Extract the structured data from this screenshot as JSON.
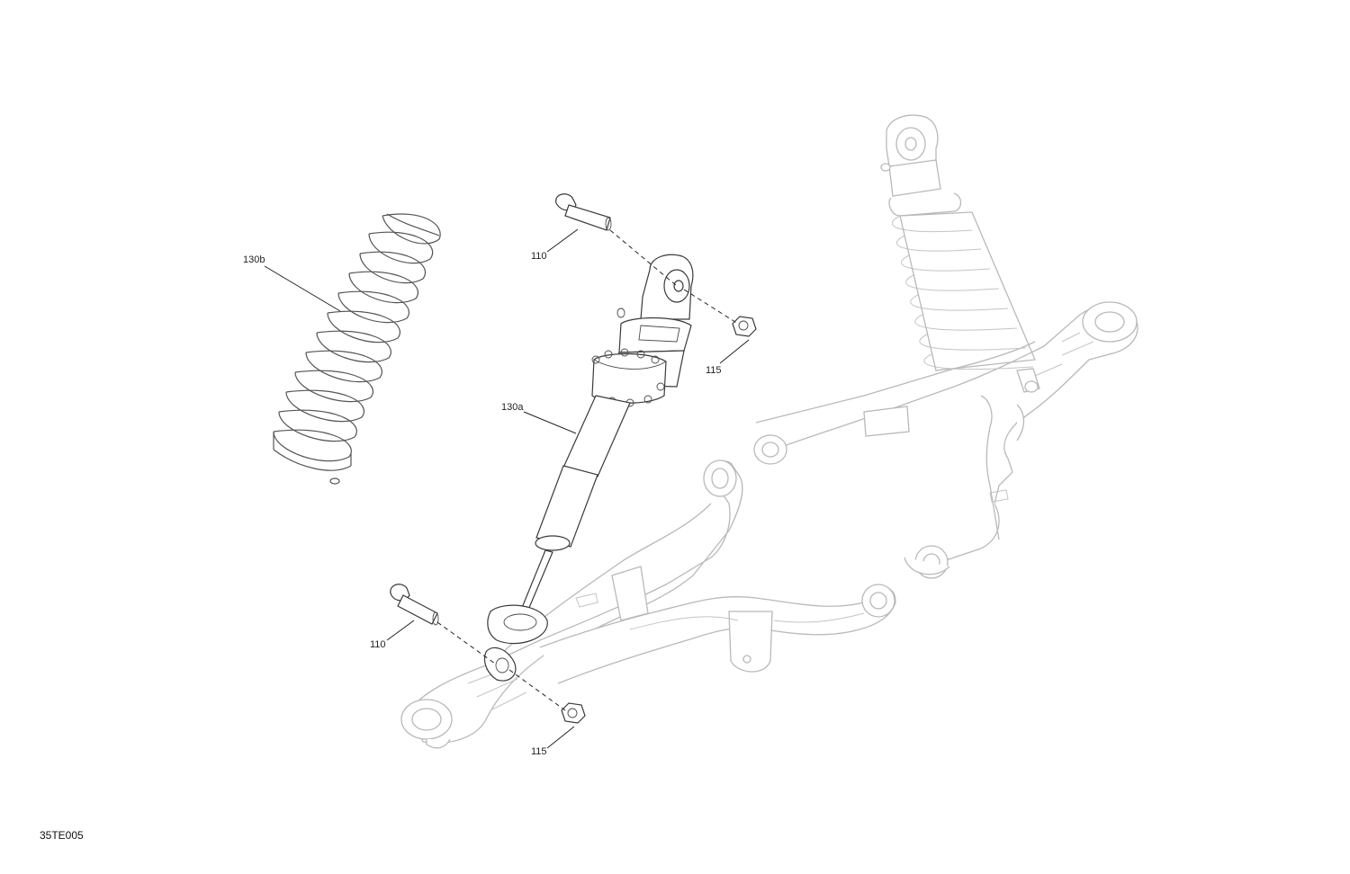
{
  "drawing": {
    "reference_code": "35TE005"
  },
  "callouts": [
    {
      "id": "130b",
      "label": "130b"
    },
    {
      "id": "110-upper",
      "label": "110"
    },
    {
      "id": "115-upper",
      "label": "115"
    },
    {
      "id": "130a",
      "label": "130a"
    },
    {
      "id": "110-lower",
      "label": "110"
    },
    {
      "id": "115-lower",
      "label": "115"
    }
  ]
}
